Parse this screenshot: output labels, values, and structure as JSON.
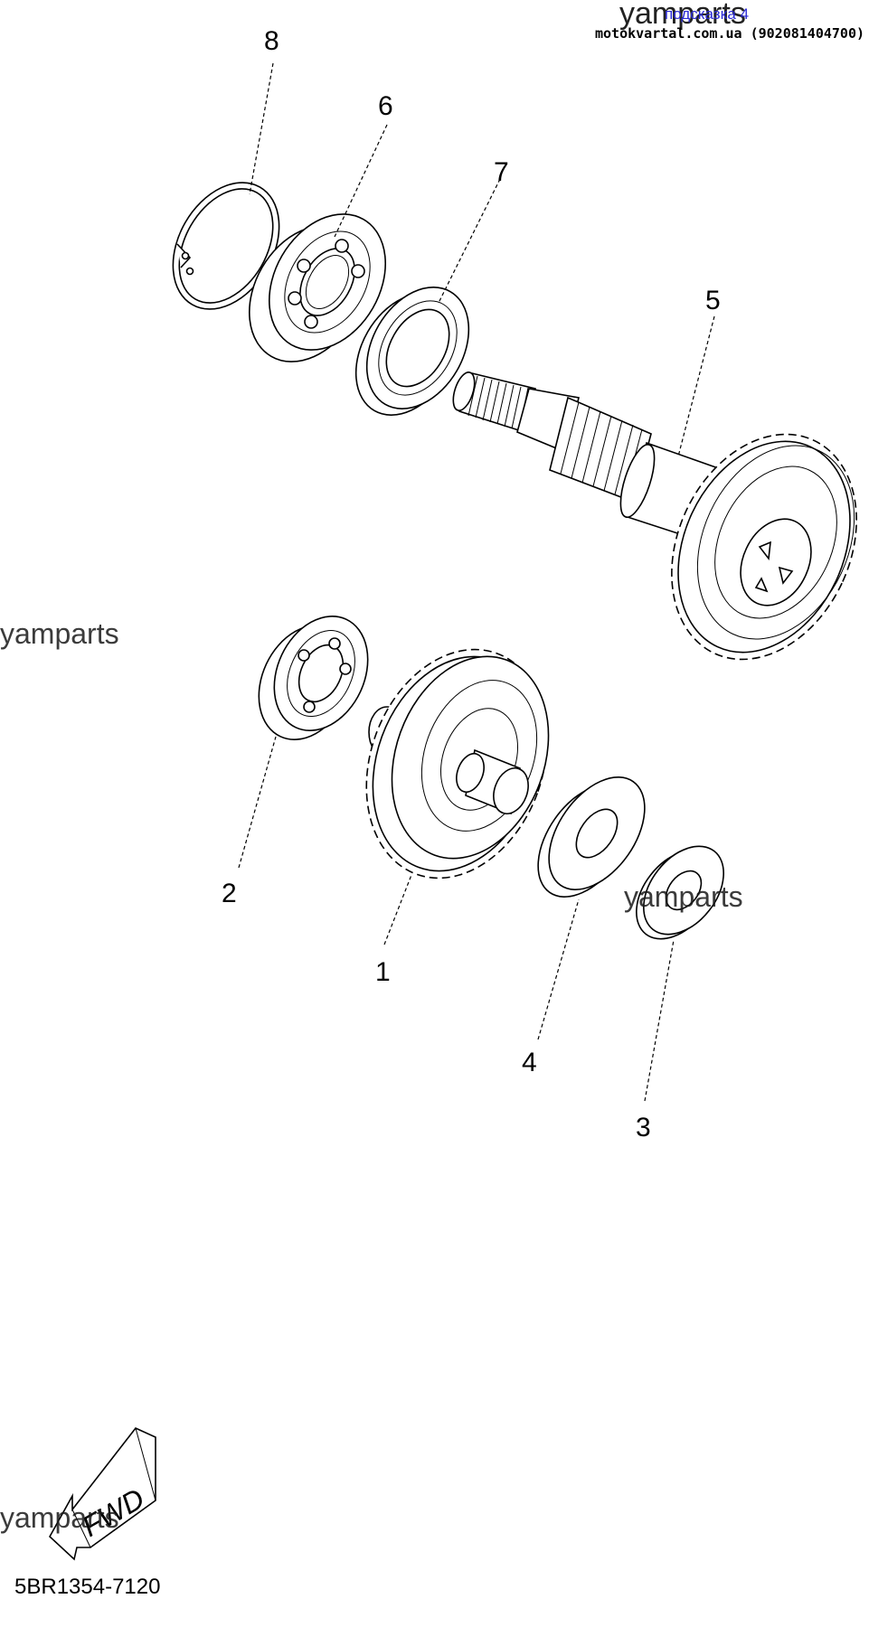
{
  "header": {
    "watermark": "yamparts",
    "link_text": "подсказка 4",
    "shop_text": "motokvartal.com.ua (902081404700)"
  },
  "watermarks": [
    "yamparts",
    "yamparts",
    "yamparts"
  ],
  "callouts": [
    {
      "id": "8",
      "part": "circlip"
    },
    {
      "id": "6",
      "part": "bearing"
    },
    {
      "id": "7",
      "part": "oil-seal"
    },
    {
      "id": "5",
      "part": "shaft-gear"
    },
    {
      "id": "2",
      "part": "bearing"
    },
    {
      "id": "1",
      "part": "gear"
    },
    {
      "id": "4",
      "part": "washer"
    },
    {
      "id": "3",
      "part": "washer"
    }
  ],
  "fwd_arrow": {
    "label": "FWD"
  },
  "diagram_code": "5BR1354-7120",
  "colors": {
    "link": "#2b2bd6",
    "ink": "#000000"
  }
}
